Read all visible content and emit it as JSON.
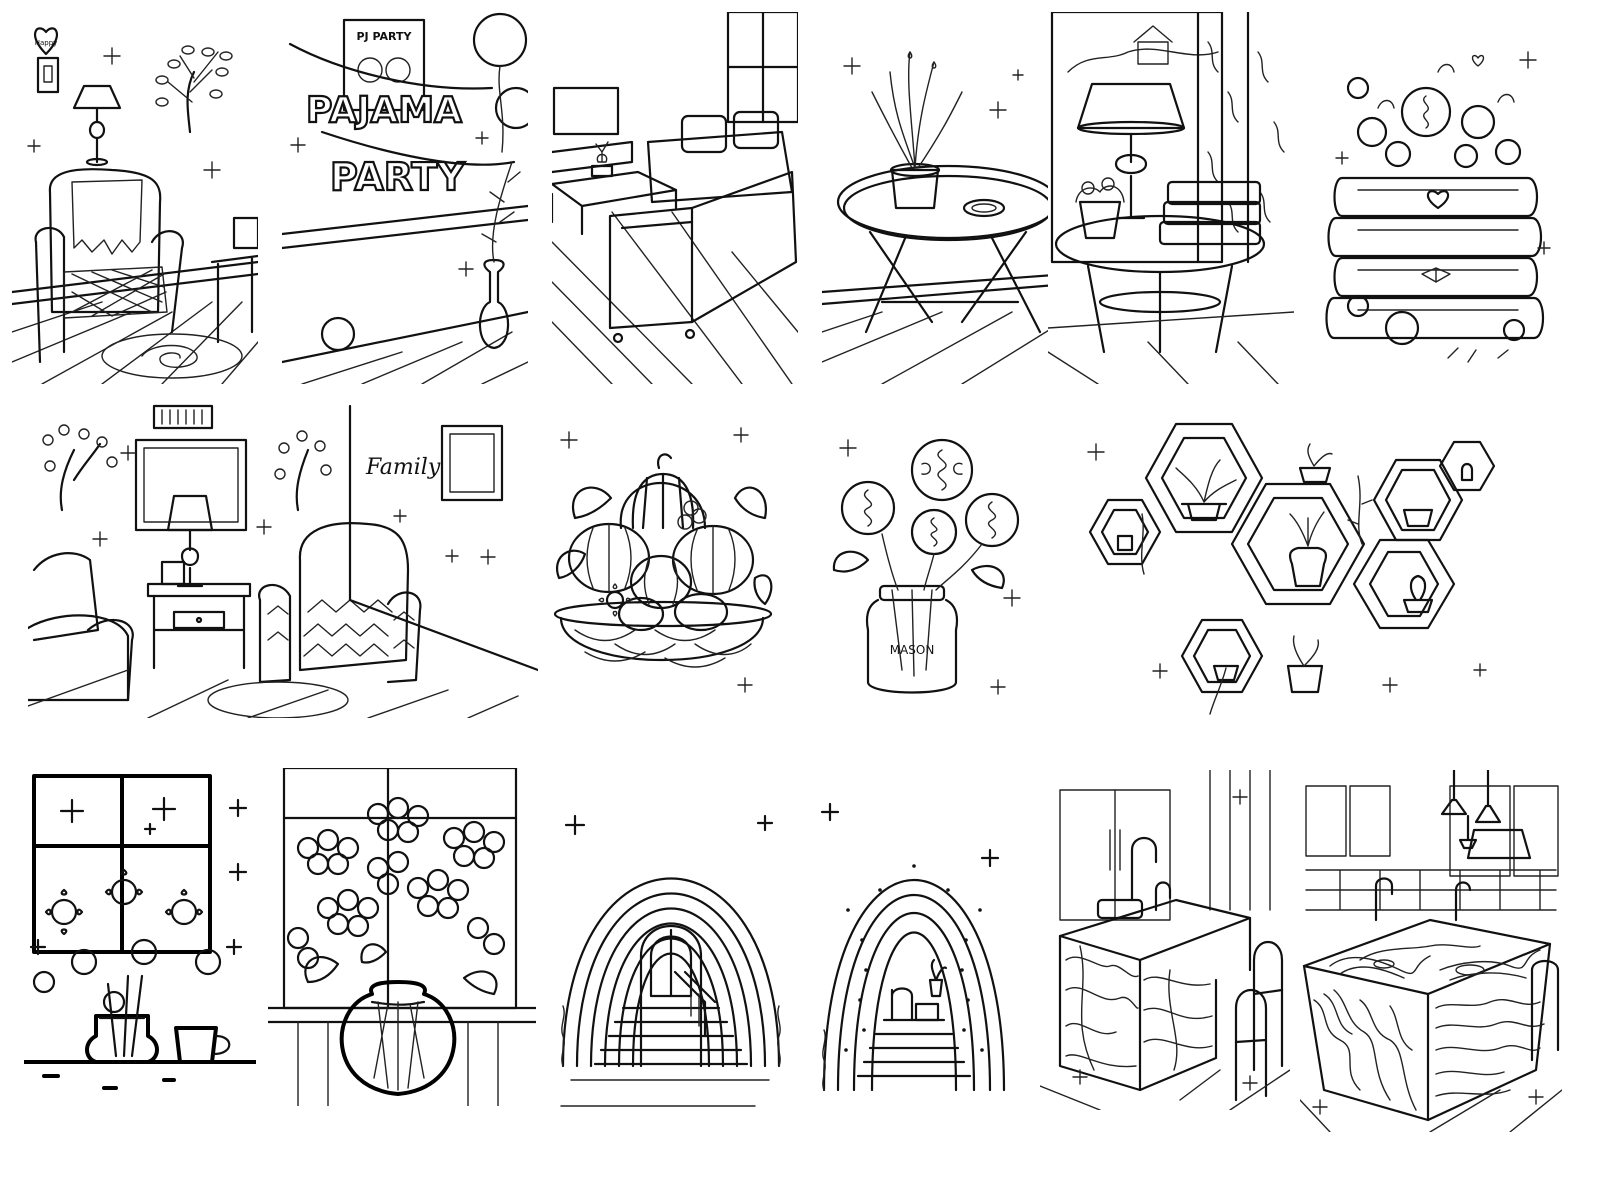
{
  "texts": {
    "heart_sign": "Happy",
    "pj_poster": "PJ PARTY",
    "banner_line1": "PAJAMA",
    "banner_line2": "PARTY",
    "family_sign": "Family",
    "mason_label": "MASON"
  },
  "colors": {
    "background": "#ffffff",
    "line": "#111111"
  }
}
